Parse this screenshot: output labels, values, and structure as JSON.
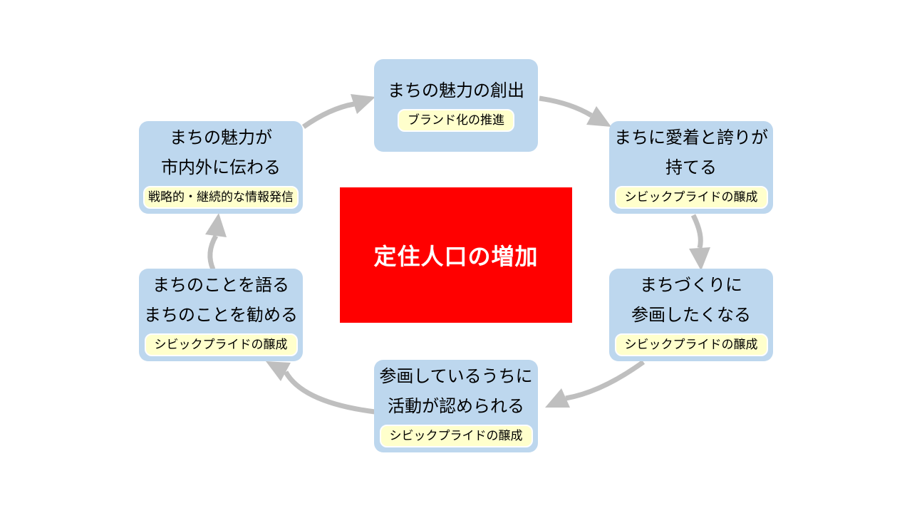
{
  "diagram": {
    "center": {
      "label": "定住人口の増加"
    },
    "nodes": [
      {
        "id": "top",
        "lines": [
          "まちの魅力の創出"
        ],
        "tag": "ブランド化の推進"
      },
      {
        "id": "top-right",
        "lines": [
          "まちに愛着と誇りが",
          "持てる"
        ],
        "tag": "シビックプライドの醸成"
      },
      {
        "id": "bottom-right",
        "lines": [
          "まちづくりに",
          "参画したくなる"
        ],
        "tag": "シビックプライドの醸成"
      },
      {
        "id": "bottom",
        "lines": [
          "参画しているうちに",
          "活動が認められる"
        ],
        "tag": "シビックプライドの醸成"
      },
      {
        "id": "bottom-left",
        "lines": [
          "まちのことを語る",
          "まちのことを勧める"
        ],
        "tag": "シビックプライドの醸成"
      },
      {
        "id": "top-left",
        "lines": [
          "まちの魅力が",
          "市内外に伝わる"
        ],
        "tag": "戦略的・継続的な情報発信"
      }
    ],
    "arrows": [
      {
        "from": "top-left",
        "to": "top"
      },
      {
        "from": "top",
        "to": "top-right"
      },
      {
        "from": "top-right",
        "to": "bottom-right"
      },
      {
        "from": "bottom-right",
        "to": "bottom"
      },
      {
        "from": "bottom",
        "to": "bottom-left"
      },
      {
        "from": "bottom-left",
        "to": "top-left"
      }
    ],
    "colors": {
      "node_bg": "#BDD7EE",
      "tag_bg": "#FFFFCC",
      "tag_border": "#FFFFFF",
      "arrow": "#BFBFBF",
      "center_bg": "#FF0000",
      "center_text": "#FFFFFF",
      "node_text": "#000000"
    }
  }
}
